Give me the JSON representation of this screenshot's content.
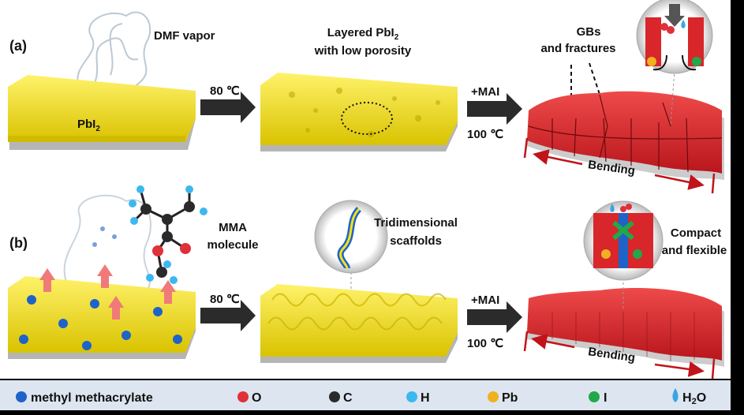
{
  "panels": {
    "a": {
      "label": "(a)",
      "vapor_label": "DMF vapor",
      "film_label": {
        "main": "PbI",
        "sub": "2"
      },
      "step1_temp": "80 ℃",
      "layered_title": {
        "line1_main": "Layered PbI",
        "line1_sub": "2",
        "line2": "with low porosity"
      },
      "step2_reagent": "+MAI",
      "step2_temp": "100 ℃",
      "defects_label": {
        "line1": "GBs",
        "line2": "and fractures"
      },
      "bending_label": "Bending"
    },
    "b": {
      "label": "(b)",
      "molecule_label": {
        "line1": "MMA",
        "line2": "molecule"
      },
      "step1_temp": "80 ℃",
      "scaffold_label": {
        "line1": "Tridimensional",
        "line2": "scaffolds"
      },
      "step2_reagent": "+MAI",
      "step2_temp": "100 ℃",
      "result_label": {
        "line1": "Compact",
        "line2": "and flexible"
      },
      "bending_label": "Bending"
    }
  },
  "legend": {
    "items": [
      {
        "label": "methyl methacrylate",
        "color": "#1e63c8"
      },
      {
        "label": "O",
        "color": "#e0303a"
      },
      {
        "label": "C",
        "color": "#2a2a2a"
      },
      {
        "label": "H",
        "color": "#3cb8f0"
      },
      {
        "label": "Pb",
        "color": "#f0b020"
      },
      {
        "label": "I",
        "color": "#22a84a"
      }
    ],
    "water": {
      "main": "H",
      "sub": "2",
      "tail": "O",
      "color": "#3aa6e0"
    }
  },
  "colors": {
    "pbi2": "#f2e21a",
    "perovskite": "#d8262a",
    "arrow": "#2b2b2b",
    "bend_arrow": "#c0141a",
    "legend_bg": "#dde6f0"
  }
}
